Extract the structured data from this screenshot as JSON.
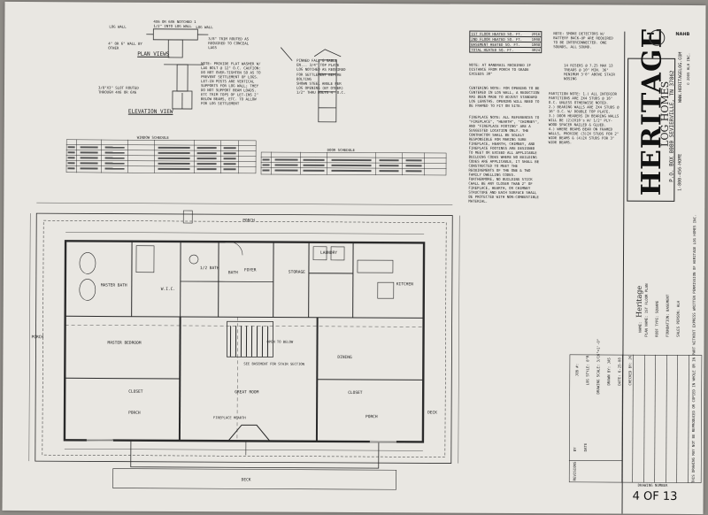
{
  "plan_views": {
    "title": "PLAN VIEWS",
    "elevation_title": "ELEVATION VIEW",
    "callouts": [
      "LOG WALL",
      "4X6 OR 6X6 NOTCHED 1 1/2\" INTO LOG WALL",
      "LOG WALL",
      "4\" OR 6\" WALL BY OTHER",
      "3/8\" TRIM ROUTED AS REQUIRED TO CONCEAL LAGS",
      "3/8\"X3\" SLOT ROUTED THROUGH 4X6 OR 6X6"
    ],
    "settlement_note": "NOTE: PROVIDE FLAT WASHER W/ LAG BOLT @ 12\" O.C. CAUTION: DO NOT OVER-TIGHTEN SO AS TO PREVENT SETTLEMENT OF LOGS. LET-IN POSTS ARE VERTICAL SUPPORTS FOR LOG WALL; THEY DO NOT SUPPORT BEAM LOADS. ETC TRIM TOPS OF LET-INS 2\" BELOW BEAMS, ETC. TO ALLOW FOR LOG SETTLEMENT",
    "column_notes": "PINNED FALL & GABLE EN... 3/4\" TOP PLATE\nLOG NOTCHED AS REQUIRED FOR SETTLEMENT BEFORE BOLTING\nSHOWN STEEL ANGLE PER LOG OPENING (BY OTHER)\n1/2\" THRU BOLTS 4' O.C."
  },
  "schedules": {
    "window_title": "WINDOW SCHEDULE",
    "door_title": "DOOR SCHEDULE"
  },
  "area_table": {
    "rows": [
      {
        "label": "1ST FLOOR HEATED SQ. FT.",
        "value": "2016"
      },
      {
        "label": "2ND FLOOR HEATED SQ. FT.",
        "value": "1008"
      },
      {
        "label": "BASEMENT HEATED SQ. FT.",
        "value": "1008"
      },
      {
        "label": "TOTAL HEATED SQ. FT.",
        "value": "3024"
      }
    ]
  },
  "notes": {
    "smoke": "NOTE: SMOKE DETECTORS W/ BATTERY BACK-UP ARE REQUIRED TO BE INTERCONNECTED. ONE SOUNDS, ALL SOUND.",
    "handrail": "NOTE: AT HANDRAIL REQUIRED IF DISTANCE FROM PORCH TO GRADE EXCEEDS 30\"",
    "centering": "CENTERING NOTE: FOR OPENING TO BE CENTERED IN LOG WALL, A REDUCTION HAS BEEN MADE TO ADJUST STANDARD LOG LENGTHS. OPENING WILL NEED TO BE FRAMED TO FIT ON SITE.",
    "fireplace": "FIREPLACE NOTE: ALL REFERENCES TO \"FIREPLACE\", \"HEARTH\", \"CHIMNEY\", AND \"FIREPLACE FOOTING\" ARE A SUGGESTED LOCATION ONLY. THE CONTRACTOR SHALL BE SOLELY RESPONSIBLE FOR MAKING SURE FIREPLACE, HEARTH, CHIMNEY, AND FIREPLACE FOOTINGS ARE DESIGNED TO MEET OR EXCEED ALL APPLICABLE BUILDING CODES WHERE NO BUILDING CODES ARE APPLICABLE, IT SHALL BE CONSTRUCTED TO MEET THE REQUIREMENTS OF THE ONE & TWO FAMILY DWELLING CODES. FURTHERMORE, NO BUILDING STICK CHALL BE ANY CLOSER THAN 2\" OF FIREPLACE, HEARTH, OR CHIMNEY STRUCTURE AND EACH SURFACE SHALL BE PROTECTED WITH NON-COMBUSTIBLE MATERIAL.",
    "walls": "14 RISERS @ 7.25 MAX 13 TREADS @ 10\" MIN. 36\" MINIMUM 3'0\" ABOVE STAIR NOSING",
    "partition": "PARTITION NOTE: 1.) ALL INTERIOR PARTITIONS ARE 2X4 STUDS @ 16\" O.C. UNLESS OTHERWISE NOTED.\n2.) BEARING WALLS ARE 2X4 STUDS @ 16\" O.C. W/ DOUBLE TOP PLATE.\n3.) DOOR HEADERS IN BEARING WALLS WILL BE (2)2X10's W/ 1/2\" PLY-WOOD SPACER NAILED & GLUED.\n4.) WHERE BEAMS BEAR ON FRAMED WALLS, PROVIDE (3)2X STUDS FOR 2\" WIDE BEAMS & (4)2X STUDS FOR 3\" WIDE BEAMS."
  },
  "floor_plan": {
    "rooms": {
      "porch_top": "PORCH",
      "porch_left": "PORCH",
      "master_bath": "MASTER BATH",
      "wic": "W.I.C.",
      "bath": "BATH",
      "foyer": "FOYER",
      "storage": "STORAGE",
      "laundry": "LAUNDRY",
      "kitchen": "KITCHEN",
      "master_bedroom": "MASTER BEDROOM",
      "dining": "DINING",
      "great_room": "GREAT ROOM",
      "porch_bl": "PORCH",
      "porch_br": "PORCH",
      "deck": "DECK",
      "deck_right": "DECK",
      "closet1": "CLOSET",
      "closet2": "CLOSET",
      "bath2": "1/2 BATH"
    },
    "labels": {
      "stair_note": "SEE BASEMENT FOR STAIR SECTION",
      "open_above": "OPEN TO BELOW",
      "fireplace_hearth": "FIREPLACE HEARTH"
    }
  },
  "title_block": {
    "brand": "HERITAGE",
    "brand_sub": "LOG HOMES",
    "address": "P.O. BOX 8080 SEVIERVILLE, TN 37862",
    "phone": "1-800-456-HOME",
    "web": "WWW.HERITAGELOG.COM",
    "copyright": "© 2009 HLH INC.",
    "warning": "THIS DRAWING MAY NOT BE REPRODUCED OR COPIED IN WHOLE OR IN PART WITHOUT EXPRESS WRITTEN PERMISSION OF HERITAGE LOG HOMES INC.",
    "fields": [
      {
        "label": "JOB #:",
        "value": ""
      },
      {
        "label": "LOG STYLE:",
        "value": "8\"R"
      },
      {
        "label": "DRAWING SCALE:",
        "value": "3/16\"=1'-0\""
      },
      {
        "label": "DRAWN BY:",
        "value": "JAS"
      },
      {
        "label": "DATE:",
        "value": "6-25-08"
      },
      {
        "label": "CHECKED BY:",
        "value": "JK"
      }
    ],
    "fields2": [
      {
        "label": "NAME:",
        "value": "Heritage"
      },
      {
        "label": "PLAN NAME:",
        "value": "1ST FLOOR PLAN"
      },
      {
        "label": "ROOF TYPE:",
        "value": "SQUARE"
      },
      {
        "label": "FOUNDATION:",
        "value": "BASEMENT"
      },
      {
        "label": "SALES PERSON:",
        "value": "HLH"
      }
    ],
    "rev_headers": [
      "REVISIONS",
      "BY",
      "DATE"
    ],
    "drawing_number_label": "DRAWING NUMBER",
    "sheet_number": "4 OF 13",
    "badge": "NAHB"
  }
}
